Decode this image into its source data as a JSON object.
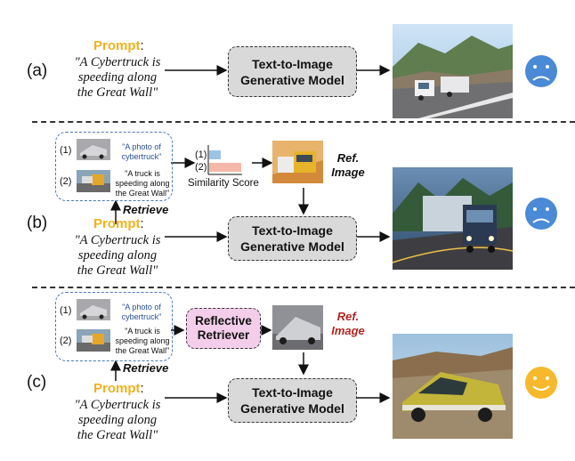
{
  "panels": [
    {
      "label": "(a)"
    },
    {
      "label": "(b)"
    },
    {
      "label": "(c)"
    }
  ],
  "prompt": {
    "word": "Prompt",
    "colon": ":",
    "lines": [
      "\"A Cybertruck is",
      "speeding along",
      "the Great Wall\""
    ]
  },
  "model": {
    "lines": [
      "Text-to-Image",
      "Generative Model"
    ]
  },
  "retrieved": [
    {
      "num": "(1)",
      "caption": [
        "\"A photo of",
        "cybertruck\""
      ]
    },
    {
      "num": "(2)",
      "caption_b": [
        "\"A truck is",
        "speeding along",
        "the Great Wall\""
      ],
      "caption_c": [
        "\"A truck is",
        "speeding along",
        "the Great Wall\""
      ]
    }
  ],
  "retrieve_label": "Retrieve",
  "similarity": {
    "label": "Similarity Score",
    "bars": [
      {
        "name": "(1)",
        "value": 0.35
      },
      {
        "name": "(2)",
        "value": 1.0
      }
    ]
  },
  "ref_label": [
    "Ref.",
    "Image"
  ],
  "reflective": [
    "Reflective",
    "Retriever"
  ],
  "colors": {
    "prompt": "#f2b21c",
    "sad": "#4a8ad6",
    "happy": "#f6b92b",
    "ref_c": "#b3261e",
    "reflective_bg": "#f3cdea"
  }
}
